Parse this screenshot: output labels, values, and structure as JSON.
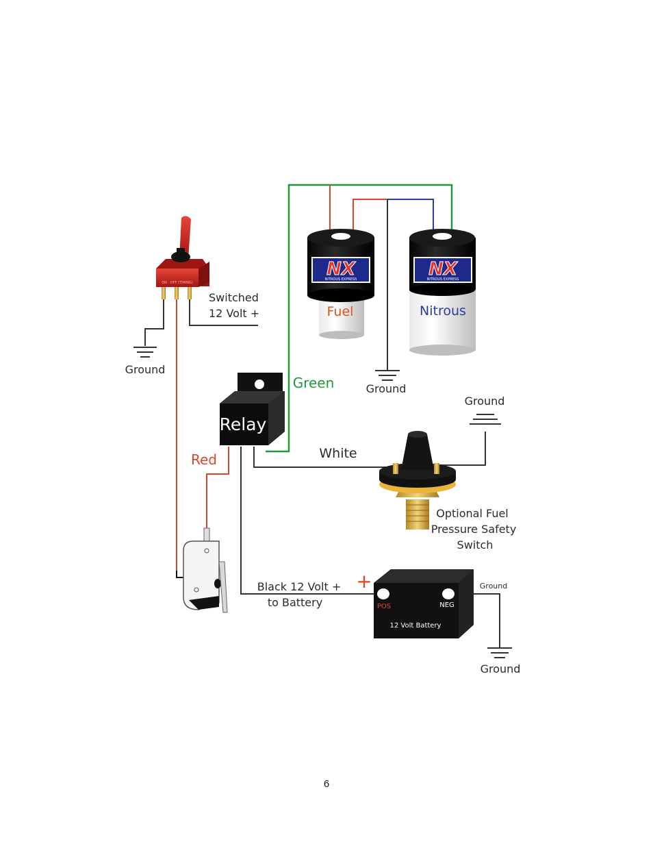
{
  "labels": {
    "switched_line1": "Switched",
    "switched_line2": "12 Volt +",
    "ground_switch": "Ground",
    "ground_solenoid": "Ground",
    "ground_pressure": "Ground",
    "ground_battery_small": "Ground",
    "ground_battery": "Ground",
    "green": "Green",
    "red": "Red",
    "white": "White",
    "relay": "Relay",
    "fuel": "Fuel",
    "nitrous": "Nitrous",
    "nx_logo": "NX",
    "nx_sub": "NITROUS EXPRESS",
    "optional_line1": "Optional Fuel",
    "optional_line2": "Pressure Safety",
    "optional_line3": "Switch",
    "black_line1": "Black 12 Volt +",
    "black_line2": "to Battery",
    "plus": "+",
    "pos": "POS",
    "neg": "NEG",
    "battery": "12 Volt Battery",
    "toggle_text": "ON · OFF (TIMING)"
  },
  "colors": {
    "green_wire": "#1e9a3c",
    "red_wire": "#d9482b",
    "blue_wire": "#2c3ba0",
    "black_wire": "#333333",
    "fuel_text": "#e0531f",
    "nitrous_text": "#2c3ba0",
    "relay_body": "#1b1b1b",
    "toggle_red": "#c4201b"
  },
  "page": {
    "number": "6"
  }
}
